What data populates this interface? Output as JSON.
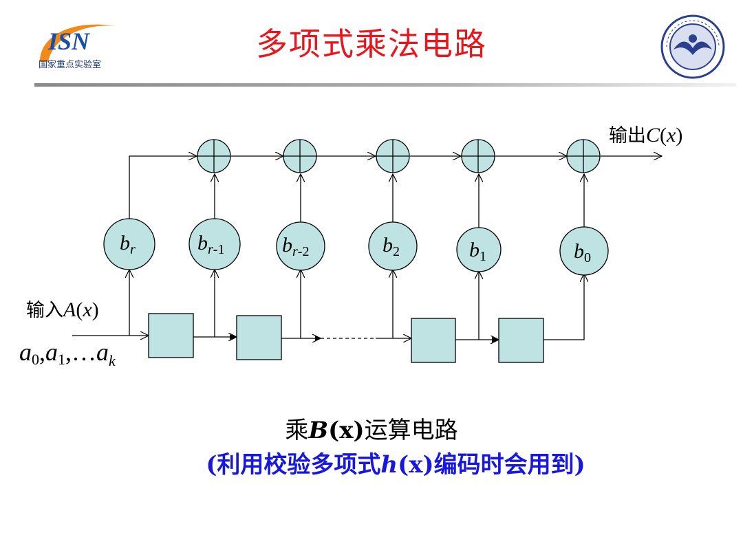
{
  "slide": {
    "title": "多项式乘法电路",
    "logo_left_text": "国家重点实验室",
    "caption_main_prefix": "乘",
    "caption_main_var": "B",
    "caption_main_arg": "(x)",
    "caption_main_suffix": "运算电路",
    "caption_note_prefix": "(利用校验多项式",
    "caption_note_var": "h",
    "caption_note_arg": "(x)",
    "caption_note_suffix": "编码时会用到)"
  },
  "diagram": {
    "output_prefix": "输出",
    "output_var": "C",
    "output_arg_open": "(",
    "output_arg_x": "x",
    "output_arg_close": ")",
    "input_prefix": "输入",
    "input_var": "A",
    "input_arg_open": "(",
    "input_arg_x": "x",
    "input_arg_close": ")",
    "input_seq": {
      "a": "a",
      "s0": "0",
      "comma1": ",",
      "a2": "a",
      "s1": "1",
      "dots": ",…",
      "a3": "a",
      "sk": "k"
    },
    "coefficients": [
      {
        "base": "b",
        "sub": "r"
      },
      {
        "base": "b",
        "sub_letter": "r",
        "sub_num": "-1"
      },
      {
        "base": "b",
        "sub_letter": "r",
        "sub_num": "-2"
      },
      {
        "base": "b",
        "sub": "2"
      },
      {
        "base": "b",
        "sub": "1"
      },
      {
        "base": "b",
        "sub": "0"
      }
    ]
  },
  "colors": {
    "title": "#e8161c",
    "note": "#1717e0",
    "node_fill": "#bfe3e3"
  }
}
